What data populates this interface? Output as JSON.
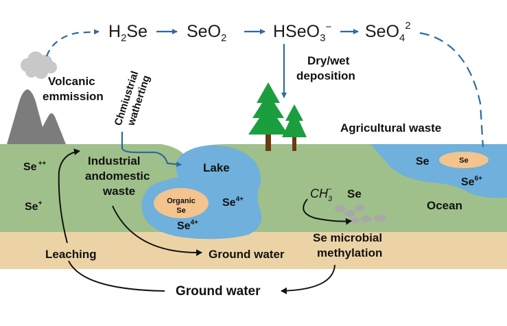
{
  "chemistry_chain": {
    "h2se": {
      "base": "H",
      "sub": "2",
      "rest": "Se"
    },
    "seo2": {
      "base": "SeO",
      "sub": "2"
    },
    "hseo3": {
      "base": "HSeO",
      "sub": "3",
      "sup": "−"
    },
    "seo4": {
      "base": "SeO",
      "sub": "4",
      "sup": "2"
    }
  },
  "labels": {
    "volcanic_line1": "Volcanic",
    "volcanic_line2": "emmission",
    "chm_line1": "Chmiustrial",
    "chm_line2": "watherting",
    "deposition_line1": "Dry/wet",
    "deposition_line2": "deposition",
    "agricultural": "Agricultural waste",
    "se_pp": "Se",
    "se_pp_sup": "++",
    "se_p": "Se",
    "se_p_sup": "+",
    "industrial_line1": "Industrial",
    "industrial_line2": "andomestic",
    "industrial_line3": "waste",
    "lake": "Lake",
    "organic_line1": "Organic",
    "organic_line2": "Se",
    "lake_se1": "Se",
    "lake_se1_sup": "4+",
    "lake_se2": "Se",
    "lake_se2_sup": "4+",
    "ch3_base": "CH",
    "ch3_sub": "3",
    "ch3_sup": "−",
    "methyl_se": "Se",
    "ocean_se": "Se",
    "ocean_se_blob": "Se",
    "ocean_se6": "Se",
    "ocean_se6_sup": "6+",
    "ocean": "Ocean",
    "leaching": "Leaching",
    "groundwater_mid": "Ground water",
    "microbial_line1": "Se microbial",
    "microbial_line2": "methylation",
    "groundwater_bottom": "Ground water"
  },
  "colors": {
    "land": "#9fc08a",
    "soil": "#ecd3a6",
    "water": "#6fb0dc",
    "blob": "#f3c48e",
    "mountain": "#7c7c7c",
    "tree": "#1b9e3e",
    "trunk": "#6b3a12",
    "arrow_blue": "#2d6aa0",
    "pebble": "#a8a8a8",
    "cloud": "#c8c8c8"
  }
}
